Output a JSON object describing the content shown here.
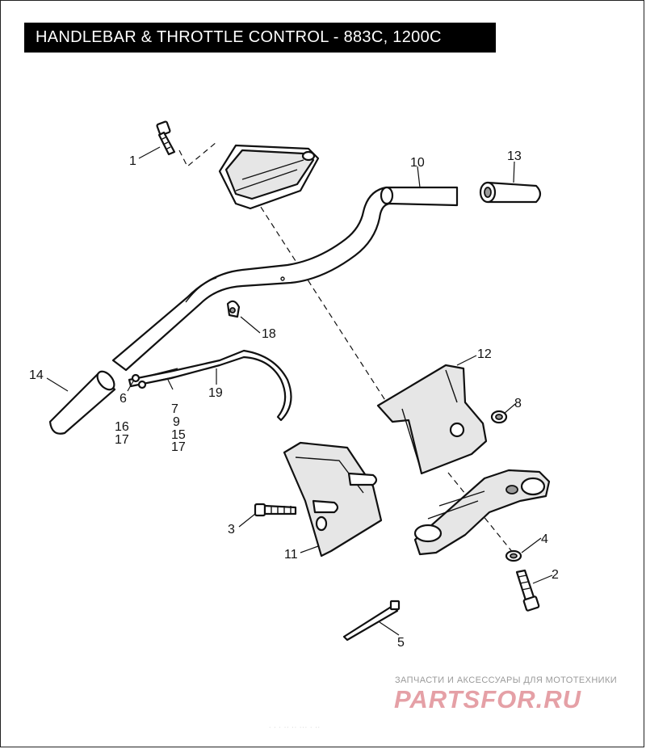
{
  "title": "HANDLEBAR & THROTTLE CONTROL - 883C, 1200C",
  "callouts": {
    "c1": "1",
    "c2": "2",
    "c3": "3",
    "c4": "4",
    "c5": "5",
    "c6": "6",
    "c7": "7",
    "c8": "8",
    "c9": "9",
    "c10": "10",
    "c11": "11",
    "c12": "12",
    "c13": "13",
    "c14": "14",
    "c15": "15",
    "c16": "16",
    "c17a": "17",
    "c17b": "17",
    "c18": "18",
    "c19": "19"
  },
  "watermark": {
    "subtitle": "ЗАПЧАСТИ И АКСЕССУАРЫ ДЛЯ МОТОТЕХНИКИ",
    "logo": "PARTSFOR.RU"
  },
  "footer": "· · · ·· ··  ··· · ··"
}
